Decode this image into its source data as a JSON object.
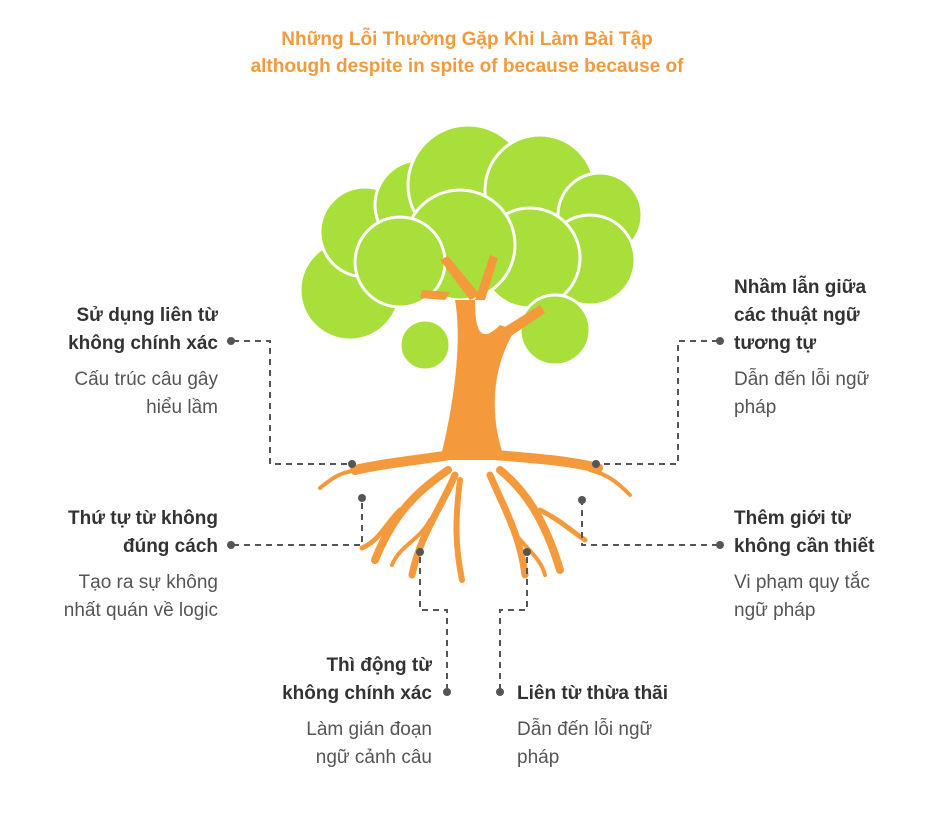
{
  "title": {
    "line1": "Những Lỗi Thường Gặp Khi Làm Bài Tập",
    "line2": "although despite in spite of because because of"
  },
  "colors": {
    "accent": "#F59A3C",
    "foliage": "#A8DF3A",
    "trunk": "#F59A3C",
    "connector": "#555555"
  },
  "items": [
    {
      "head": [
        "Sử dụng liên từ",
        "không chính xác"
      ],
      "desc": [
        "Cấu trúc câu gây",
        "hiểu lầm"
      ]
    },
    {
      "head": [
        "Nhầm lẫn giữa",
        "các thuật ngữ",
        "tương tự"
      ],
      "desc": [
        "Dẫn đến lỗi ngữ",
        "pháp"
      ]
    },
    {
      "head": [
        "Thứ tự từ không",
        "đúng cách"
      ],
      "desc": [
        "Tạo ra sự không",
        "nhất quán về logic"
      ]
    },
    {
      "head": [
        "Thêm giới từ",
        "không cần thiết"
      ],
      "desc": [
        "Vi phạm quy tắc",
        "ngữ pháp"
      ]
    },
    {
      "head": [
        "Thì động từ",
        "không chính xác"
      ],
      "desc": [
        "Làm gián đoạn",
        "ngữ cảnh câu"
      ]
    },
    {
      "head": [
        "Liên từ thừa thãi"
      ],
      "desc": [
        "Dẫn đến lỗi ngữ",
        "pháp"
      ]
    }
  ]
}
